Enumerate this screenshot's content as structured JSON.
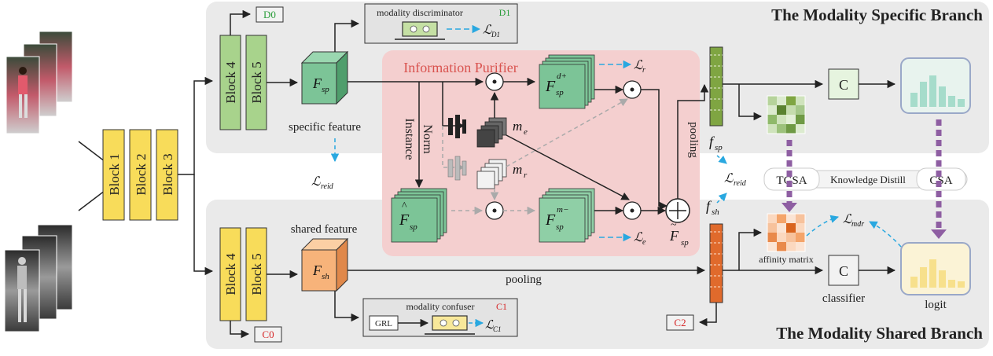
{
  "branches": {
    "specific_title": "The Modality Specific Branch",
    "shared_title": "The Modality Shared Branch"
  },
  "backbone": {
    "block1": "Block 1",
    "block2": "Block 2",
    "block3": "Block 3",
    "block4": "Block 4",
    "block5": "Block 5"
  },
  "tags": {
    "d0": "D0",
    "d1": "D1",
    "c0": "C0",
    "c1": "C1",
    "c2": "C2"
  },
  "modules": {
    "modality_discriminator": "modality discriminator",
    "modality_confuser": "modality confuser",
    "grl": "GRL",
    "information_purifier": "Information Purifier",
    "instance_norm_1": "Instance",
    "instance_norm_2": "Norm",
    "specific_feature": "specific feature",
    "shared_feature": "shared feature",
    "pooling": "pooling",
    "pooling_vertical": "pooling",
    "classifier_box": "C",
    "classifier": "classifier",
    "logit": "logit",
    "affinity_matrix": "affinity matrix",
    "tgsa": "TGSA",
    "knowledge_distill": "Knowledge Distill",
    "csa": "CSA"
  },
  "symbols": {
    "f_sp": "F",
    "f_sp_sub": "sp",
    "f_sh": "F",
    "f_sh_sub": "sh",
    "m_e": "m",
    "m_e_sub": "e",
    "m_r": "m",
    "m_r_sub": "r",
    "f_sp_d_sup": "d+",
    "f_sp_m_sup": "m−",
    "f_sp_tilde_lower": "f",
    "f_sh_lower": "f",
    "L": "ℒ",
    "l_reid": "reid",
    "l_d1": "D1",
    "l_c1": "C1",
    "l_r": "r",
    "l_e": "e",
    "l_mdr": "mdr"
  },
  "colors": {
    "branch_bg": "#eaeaea",
    "block_yellow": "#f8dc5a",
    "block_green": "#a8d38c",
    "feature_green": "#7cc497",
    "feature_orange": "#f7b37a",
    "purifier_bg": "#f4cfcf",
    "purifier_title": "#d9534f",
    "arrow_blue": "#29a8e0",
    "arrow_grey": "#aaaaaa",
    "tag_green": "#2a9d3a",
    "tag_red": "#d62728",
    "bar_green_vec": "#7fa542",
    "bar_orange_vec": "#e06a2c",
    "logit_green": "#a6dccb",
    "logit_yellow": "#f7e08c",
    "sa_purple": "#8e5ea2"
  }
}
